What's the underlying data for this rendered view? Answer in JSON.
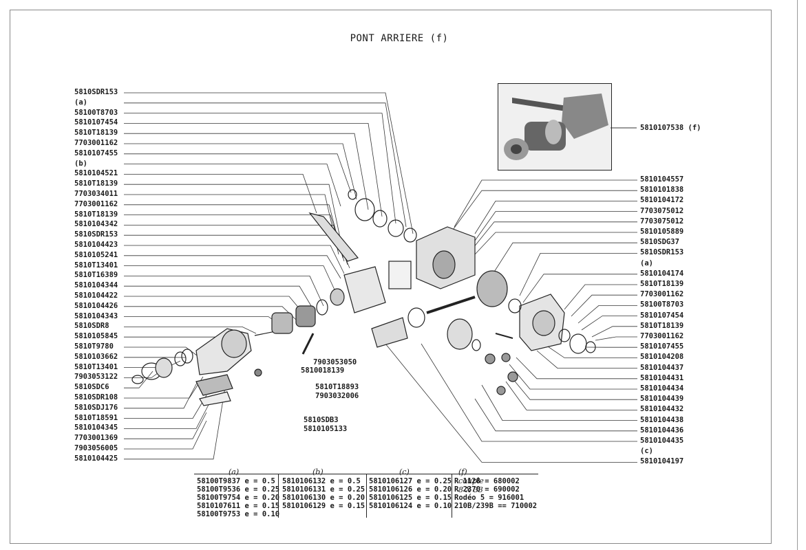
{
  "title": "PONT ARRIERE (f)",
  "left_labels": [
    "5810SDR153",
    "(a)",
    "58100T8703",
    "5810107454",
    "5810T18139",
    "7703001162",
    "5810107455",
    "(b)",
    "5810104521",
    "5810T18139",
    "7703034011",
    "7703001162",
    "5810T18139",
    "5810104342",
    "5810SDR153",
    "5810104423",
    "5810105241",
    "5810T13401",
    "5810T16389",
    "5810104344",
    "5810104422",
    "5810104426",
    "5810104343",
    "5810SDR8",
    "5810105845",
    "5810T9780",
    "5810103662",
    "5810T13401",
    "7903053122",
    "5810SDC6",
    "5810SDR108",
    "5810SDJ176",
    "5810T18591",
    "5810104345",
    "7703001369",
    "7903056005",
    "5810104425"
  ],
  "right_labels": [
    "5810104557",
    "5810101838",
    "5810104172",
    "7703075012",
    "7703075012",
    "5810105889",
    "5810SDG37",
    "5810SDR153",
    "(a)",
    "5810104174",
    "5810T18139",
    "7703001162",
    "58100T8703",
    "5810107454",
    "5810T18139",
    "7703001162",
    "5810107455",
    "5810104208",
    "5810104437",
    "5810104431",
    "5810104434",
    "5810104439",
    "5810104432",
    "5810104438",
    "5810104436",
    "5810104435",
    "(c)",
    "5810104197"
  ],
  "center_labels": {
    "l1": "7903053050",
    "l2": "5810018139",
    "l3": "5810T18893",
    "l4": "7903032006",
    "l5": "5810SDB3",
    "l6": "5810105133"
  },
  "inset_label": "5810107538 (f)",
  "table": {
    "headers": [
      "(a)",
      "(b)",
      "(c)",
      "(f) couple 8 X 33"
    ],
    "col_a": [
      "58100T9837 e = 0.5",
      "58100T9536 e = 0.25",
      "58100T9754 e = 0.20",
      "5810107611 e = 0.15",
      "58100T9753 e = 0.10"
    ],
    "col_b": [
      "5810106132 e = 0.5",
      "5810106131 e = 0.25",
      "5810106130 e = 0.20",
      "5810106129 e = 0.15"
    ],
    "col_c": [
      "5810106127 e = 0.25",
      "5810106126 e = 0.20",
      "5810106125 e = 0.15",
      "5810106124 e = 0.10"
    ],
    "col_f": [
      "R 1128 =  680002",
      "R 2370 =  690002",
      "Rodéo 5 =  916001",
      "210B/239B == 710002"
    ]
  }
}
